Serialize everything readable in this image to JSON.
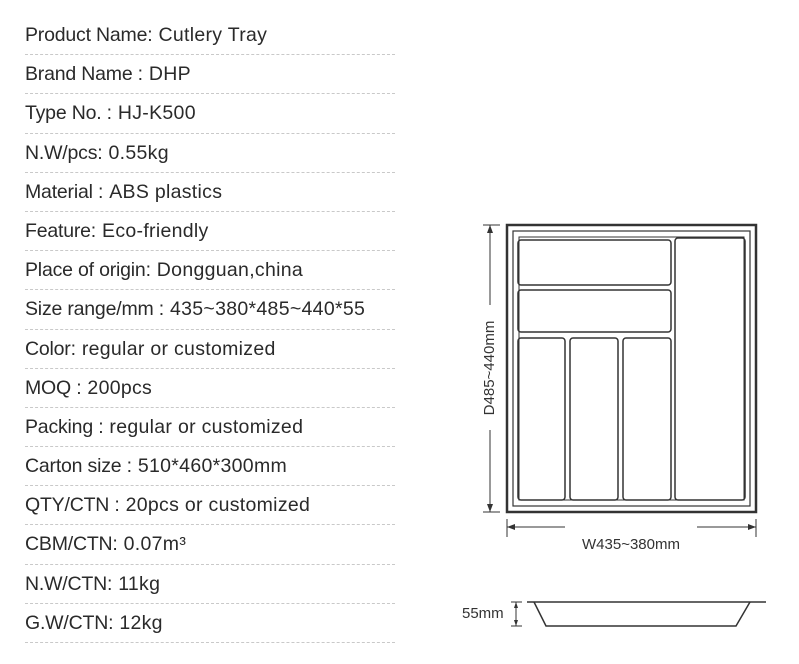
{
  "specs": [
    {
      "label": "Product Name:",
      "value": "Cutlery Tray"
    },
    {
      "label": "Brand Name :",
      "value": "DHP"
    },
    {
      "label": "Type No. :",
      "value": "HJ-K500"
    },
    {
      "label": "N.W/pcs:",
      "value": "0.55kg"
    },
    {
      "label": "Material :",
      "value": "ABS plastics"
    },
    {
      "label": "Feature:",
      "value": "Eco-friendly"
    },
    {
      "label": "Place of origin:",
      "value": "Dongguan,china"
    },
    {
      "label": "Size range/mm :",
      "value": "435~380*485~440*55"
    },
    {
      "label": "Color:",
      "value": "regular or customized"
    },
    {
      "label": "MOQ :",
      "value": "200pcs"
    },
    {
      "label": "Packing :",
      "value": "regular or customized"
    },
    {
      "label": "Carton size :",
      "value": "510*460*300mm"
    },
    {
      "label": "QTY/CTN :",
      "value": "20pcs or customized"
    },
    {
      "label": "CBM/CTN:",
      "value": "0.07m³"
    },
    {
      "label": "N.W/CTN:",
      "value": "11kg"
    },
    {
      "label": "G.W/CTN:",
      "value": "12kg"
    }
  ],
  "drawing": {
    "depth_label": "D485~440mm",
    "width_label": "W435~380mm",
    "height_label": "55mm"
  }
}
